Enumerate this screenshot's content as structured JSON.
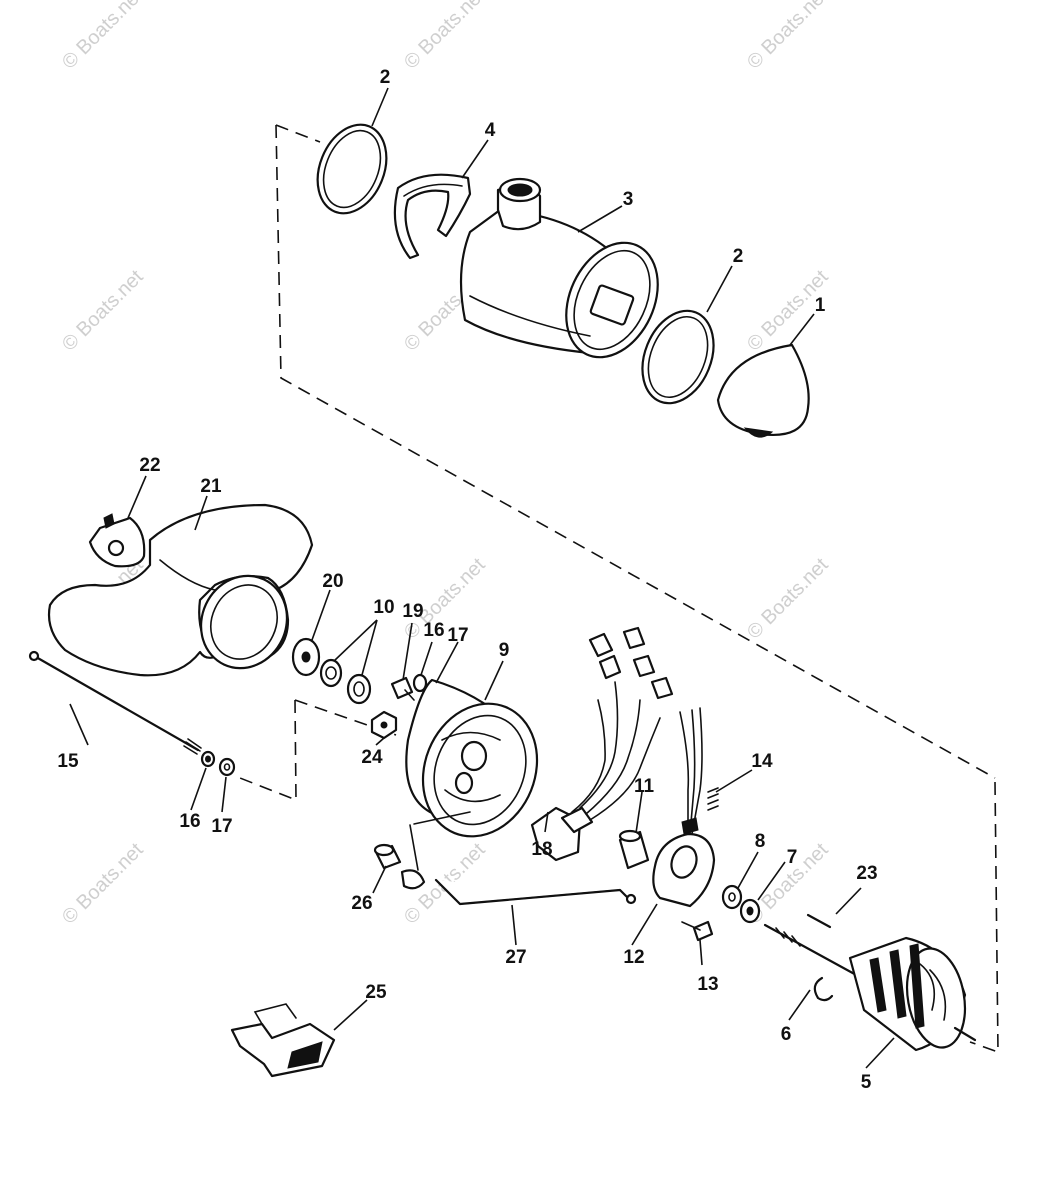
{
  "watermark": "© Boats.net",
  "callouts": {
    "c1": "1",
    "c2a": "2",
    "c2b": "2",
    "c3": "3",
    "c4": "4",
    "c5": "5",
    "c6": "6",
    "c7": "7",
    "c8": "8",
    "c9": "9",
    "c10": "10",
    "c11": "11",
    "c12": "12",
    "c13": "13",
    "c14": "14",
    "c15": "15",
    "c16a": "16",
    "c16b": "16",
    "c17a": "17",
    "c17b": "17",
    "c18": "18",
    "c19": "19",
    "c20": "20",
    "c21": "21",
    "c22": "22",
    "c23": "23",
    "c24": "24",
    "c25": "25",
    "c26": "26",
    "c27": "27"
  }
}
